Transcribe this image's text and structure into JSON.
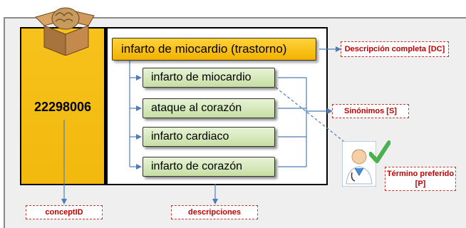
{
  "concept": {
    "id": "22298006"
  },
  "descriptions": {
    "fully_specified": "infarto de miocardio (trastorno)",
    "preferred": "infarto de miocardio",
    "synonyms": [
      "ataque al corazón",
      "infarto cardiaco",
      "infarto de corazón"
    ]
  },
  "labels": {
    "dc": "Descripción completa [DC]",
    "synonyms": "Sinónimos [S]",
    "preferred": "Término preferido [P]",
    "concept_id": "conceptID",
    "descriptions": "descripciones"
  },
  "colors": {
    "concept_fill": "#f2b90e",
    "fsn_fill": "#f2b200",
    "synonym_fill": "#c6dfa3",
    "connector": "#4a7ebb",
    "label_text": "#c00000",
    "checkmark": "#4caf50"
  },
  "icons": [
    "nut-box-icon",
    "doctor-icon",
    "check-icon"
  ]
}
